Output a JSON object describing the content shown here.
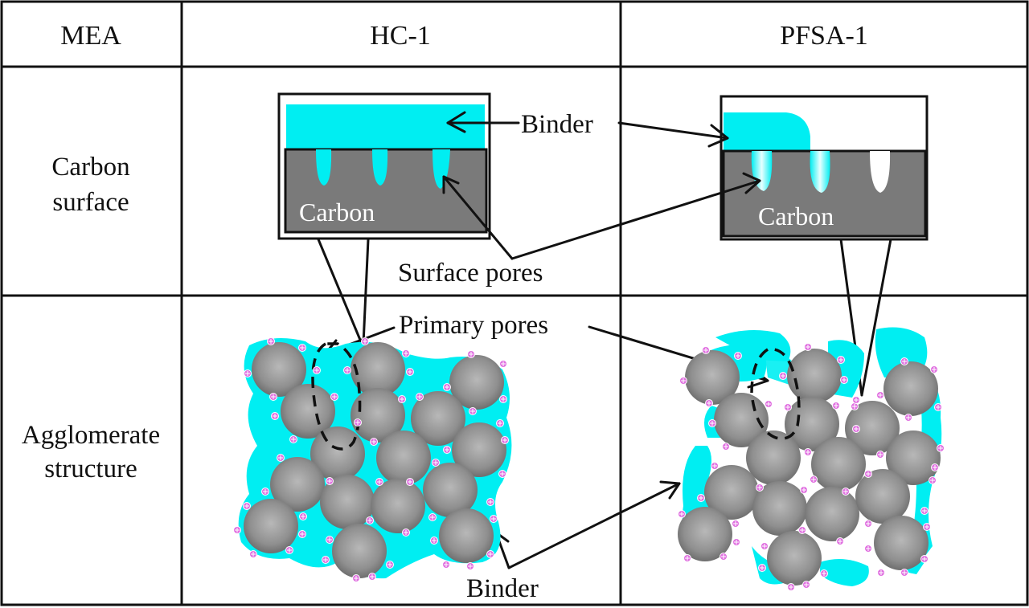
{
  "table": {
    "headers": [
      "MEA",
      "HC-1",
      "PFSA-1"
    ],
    "rows": [
      {
        "label_line1": "Carbon",
        "label_line2": "surface"
      },
      {
        "label_line1": "Agglomerate",
        "label_line2": "structure"
      }
    ]
  },
  "annotations": {
    "binder_top": "Binder",
    "surface_pores": "Surface pores",
    "primary_pores": "Primary pores",
    "binder_bottom": "Binder",
    "carbon_hc": "Carbon",
    "carbon_pfsa": "Carbon"
  },
  "colors": {
    "binder": "#00eef2",
    "carbon": "#7a7a7a",
    "particle": "#8c8c8c",
    "ionomer_dot": "#e070e0",
    "line": "#111111"
  }
}
